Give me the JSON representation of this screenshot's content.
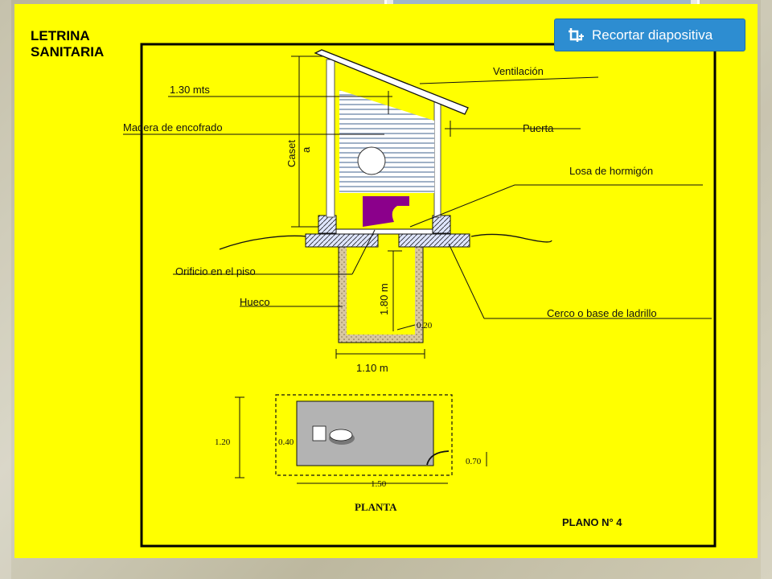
{
  "slide": {
    "title_line1": "LETRINA",
    "title_line2": "SANITARIA"
  },
  "toolbar": {
    "crop_button_label": "Recortar diapositiva",
    "crop_icon": "crop-icon"
  },
  "section_labels": {
    "width_top": "1.30 mts",
    "ventilation": "Ventilación",
    "formwork": "Madera de encofrado",
    "door": "Puerta",
    "booth_line1": "Caset",
    "booth_line2": "a",
    "slab": "Losa de hormigón",
    "floor_hole": "Orificio en el piso",
    "pit": "Hueco",
    "depth": "1.80 m",
    "brick_base": "Cerco o base de ladrillo",
    "bottom_thickness": "0.20",
    "pit_width": "1.10 m"
  },
  "plan_labels": {
    "height": "1.20",
    "seat_width": "0.40",
    "door_width": "0.70",
    "length": "1.50",
    "title": "PLANTA"
  },
  "footer": {
    "plan_number": "PLANO N° 4"
  },
  "colors": {
    "slide_background": "#ffff00",
    "button_blue": "#2d8dd1",
    "toilet_purple": "#8b008b",
    "plan_gray": "#b3b3b3"
  }
}
